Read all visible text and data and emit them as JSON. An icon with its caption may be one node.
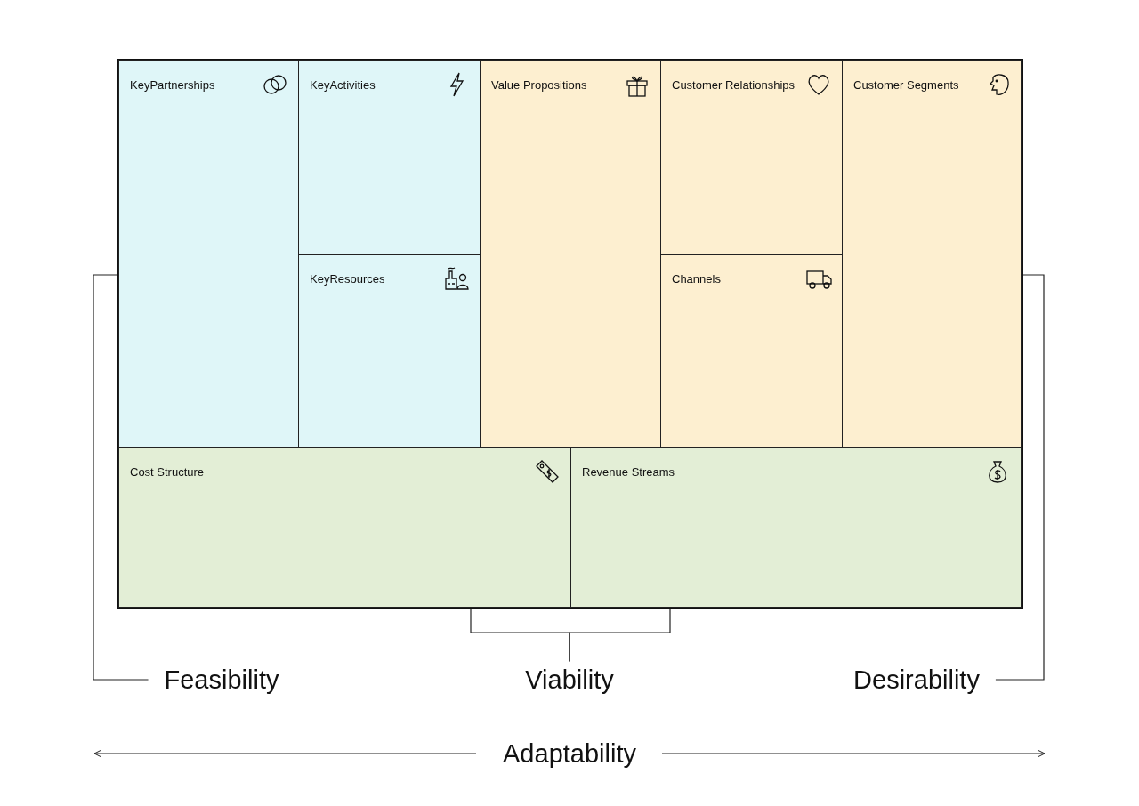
{
  "diagram": {
    "nodes": [
      {
        "text": [
          "KeyPartnerships"
        ]
      },
      {
        "text": [
          "KeyActivities"
        ]
      },
      {
        "text": [
          "Value Propositions"
        ]
      },
      {
        "text": [
          "Customer Relationships"
        ]
      },
      {
        "text": [
          "Customer Segments"
        ]
      },
      {
        "text": [
          "KeyResources"
        ]
      },
      {
        "text": [
          "Channels"
        ]
      },
      {
        "text": [
          "Cost Structure"
        ]
      },
      {
        "text": [
          "Revenue Streams"
        ]
      },
      {
        "text": [
          "Feasibility"
        ]
      },
      {
        "text": [
          "Viability"
        ]
      },
      {
        "text": [
          "Desirability"
        ]
      }
    ],
    "edges": [
      {
        "from": 9,
        "to": 0,
        "arrow": "none"
      },
      {
        "from": 10,
        "to": 7,
        "arrow": "none"
      },
      {
        "from": 10,
        "to": 8,
        "arrow": "none"
      },
      {
        "from": 11,
        "to": 4,
        "arrow": "none"
      }
    ],
    "labels": [
      "Adaptability"
    ]
  }
}
